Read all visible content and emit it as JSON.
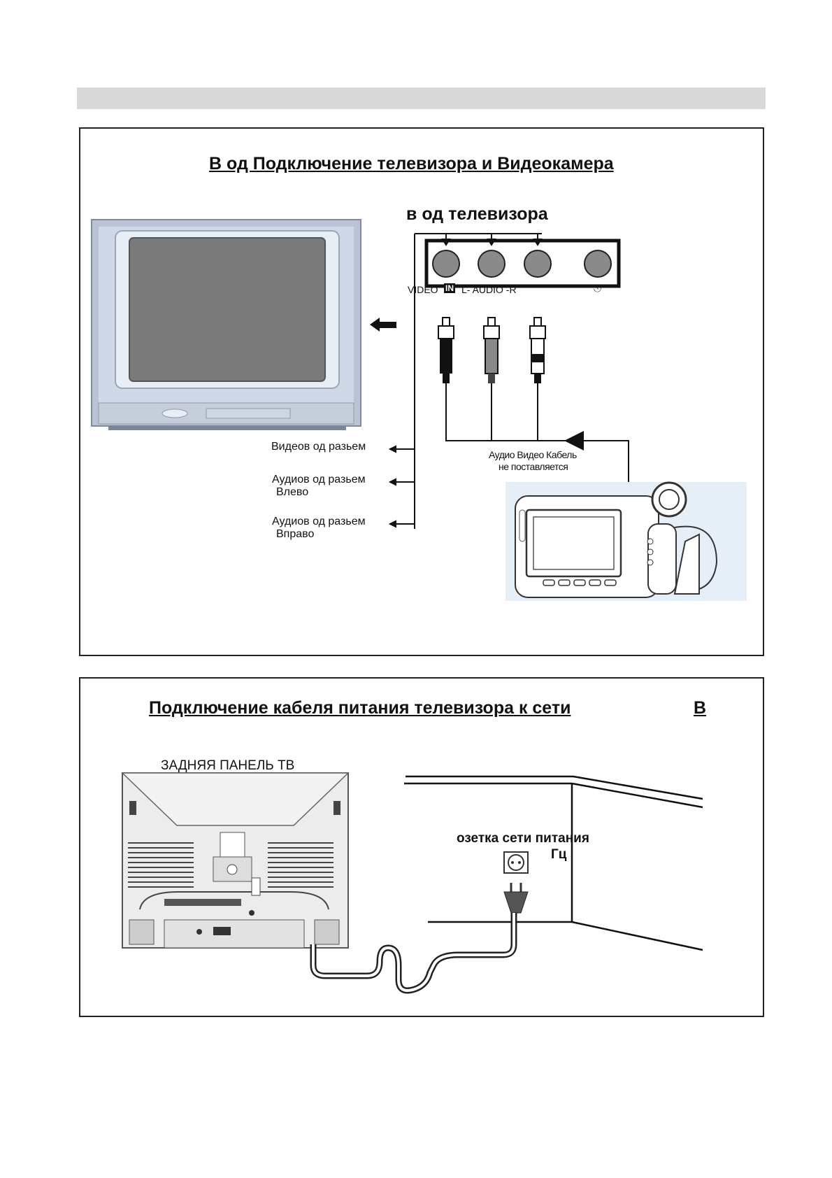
{
  "panel1": {
    "title": "В  од Подключение  телевизора и Видеокамера",
    "input_heading": "в  од  телевизора",
    "jack_labels": {
      "video": "VIDEO",
      "in_badge": "IN",
      "audio": "L- AUDIO -R",
      "headphone_icon": "headphones-icon"
    },
    "callouts": {
      "video_jack": "Видеов  од разьем",
      "audio_left_line1": "Аудиов  од разьем",
      "audio_left_line2": "Влево",
      "audio_right_line1": "Аудиов  од разьем",
      "audio_right_line2": "Вправо"
    },
    "cable_note_line1": "Аудио Видео Кабель",
    "cable_note_line2": "не поставляется"
  },
  "panel2": {
    "title": "Подключение   кабеля питания телевизора к сети",
    "title_suffix": "В",
    "rear_panel_label": "ЗАДНЯЯ ПАНЕЛЬ ТВ",
    "outlet_label_line1": "озетка сети питания",
    "outlet_label_line2": "Гц"
  },
  "colors": {
    "header_band": "#d9d9d9",
    "tv_body": "#b9c3d3",
    "tv_screen": "#7b7b7b",
    "jack": "#888888",
    "border": "#222222"
  }
}
